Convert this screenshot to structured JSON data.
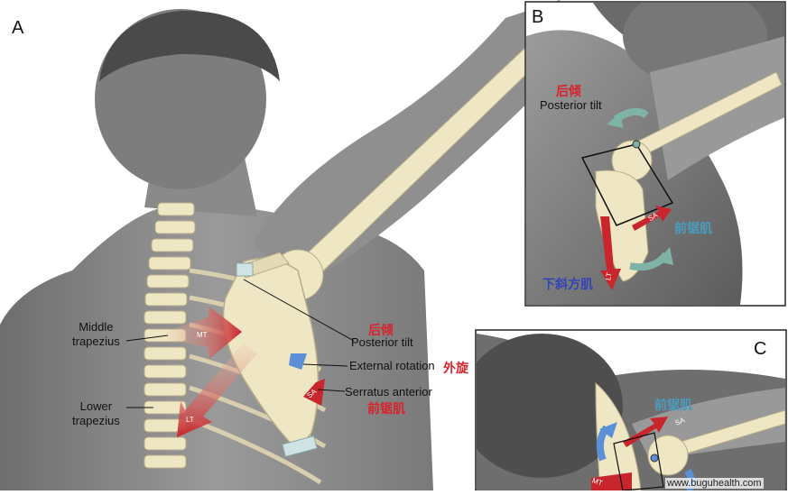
{
  "panels": {
    "a": {
      "letter": "A"
    },
    "b": {
      "letter": "B"
    },
    "c": {
      "letter": "C"
    }
  },
  "labels_a": {
    "middle_trapezius": "Middle\ntrapezius",
    "lower_trapezius": "Lower\ntrapezius",
    "posterior_tilt_zh": "后倾",
    "posterior_tilt_en": "Posterior tilt",
    "external_rotation_en": "External rotation",
    "external_rotation_zh": "外旋",
    "serratus_anterior_en": "Serratus anterior",
    "serratus_anterior_zh": "前锯肌",
    "mt": "MT",
    "lt": "LT",
    "sa": "SA"
  },
  "labels_b": {
    "posterior_tilt_zh": "后倾",
    "posterior_tilt_en": "Posterior tilt",
    "serratus_anterior_zh": "前锯肌",
    "lower_trapezius_zh": "下斜方肌",
    "sa": "SA",
    "lt": "LT"
  },
  "labels_c": {
    "serratus_anterior_zh": "前锯肌",
    "sa": "SA",
    "mt": "MT"
  },
  "watermark": "www.buguhealth.com",
  "colors": {
    "muscle_red": "#c8262c",
    "bone": "#efe6c4",
    "skin": "#8d8d8d",
    "rotation_teal": "#7fb3a5",
    "rotation_blue": "#5b8fd8",
    "label_red": "#d8232a",
    "label_cyan": "#4a9cbf",
    "label_blue": "#3344b8"
  }
}
